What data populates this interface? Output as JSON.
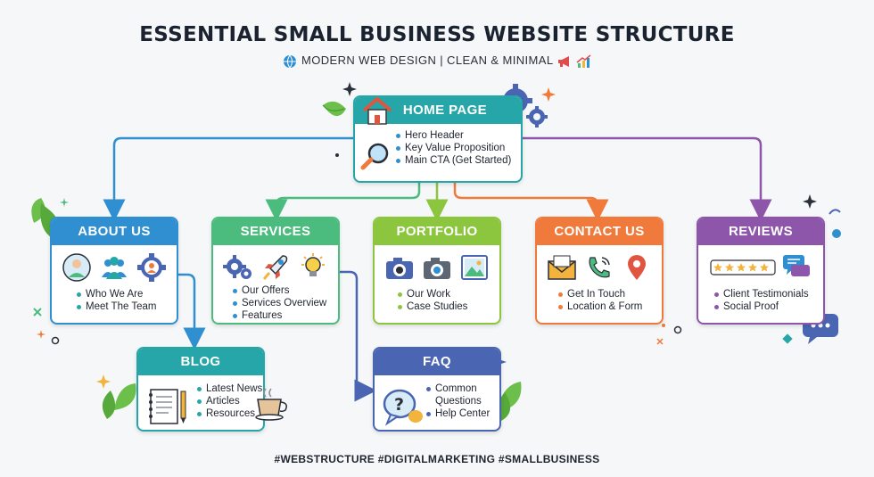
{
  "header": {
    "title": "ESSENTIAL SMALL BUSINESS WEBSITE STRUCTURE",
    "subtitle": "MODERN WEB DESIGN | CLEAN & MINIMAL"
  },
  "nodes": {
    "home": {
      "title": "HOME PAGE",
      "items": [
        "Hero Header",
        "Key Value Proposition",
        "Main CTA (Get Started)"
      ],
      "color": "#26a6a8",
      "bullet": "#2f8fd0"
    },
    "about": {
      "title": "ABOUT US",
      "items": [
        "Who We Are",
        "Meet The Team"
      ],
      "color": "#2f8fd0",
      "bullet": "#26a6a8"
    },
    "services": {
      "title": "SERVICES",
      "items": [
        "Our Offers",
        "Services Overview",
        "Features"
      ],
      "color": "#4bbb7e",
      "bullet": "#2f8fd0"
    },
    "portfolio": {
      "title": "PORTFOLIO",
      "items": [
        "Our Work",
        "Case Studies"
      ],
      "color": "#8cc63f",
      "bullet": "#8cc63f"
    },
    "contact": {
      "title": "CONTACT US",
      "items": [
        "Get In Touch",
        "Location & Form"
      ],
      "color": "#f07a3c",
      "bullet": "#f07a3c"
    },
    "reviews": {
      "title": "REVIEWS",
      "items": [
        "Client Testimonials",
        "Social Proof"
      ],
      "color": "#8d56ab",
      "bullet": "#8d56ab"
    },
    "blog": {
      "title": "BLOG",
      "items": [
        "Latest News",
        "Articles",
        "Resources"
      ],
      "color": "#26a6a8",
      "bullet": "#26a6a8"
    },
    "faq": {
      "title": "FAQ",
      "items": [
        "Common Questions",
        "Help Center"
      ],
      "color": "#4a66b3",
      "bullet": "#4a66b3"
    }
  },
  "footer": {
    "hashtags": "#WEBSTRUCTURE #DIGITALMARKETING #SMALLBUSINESS"
  }
}
